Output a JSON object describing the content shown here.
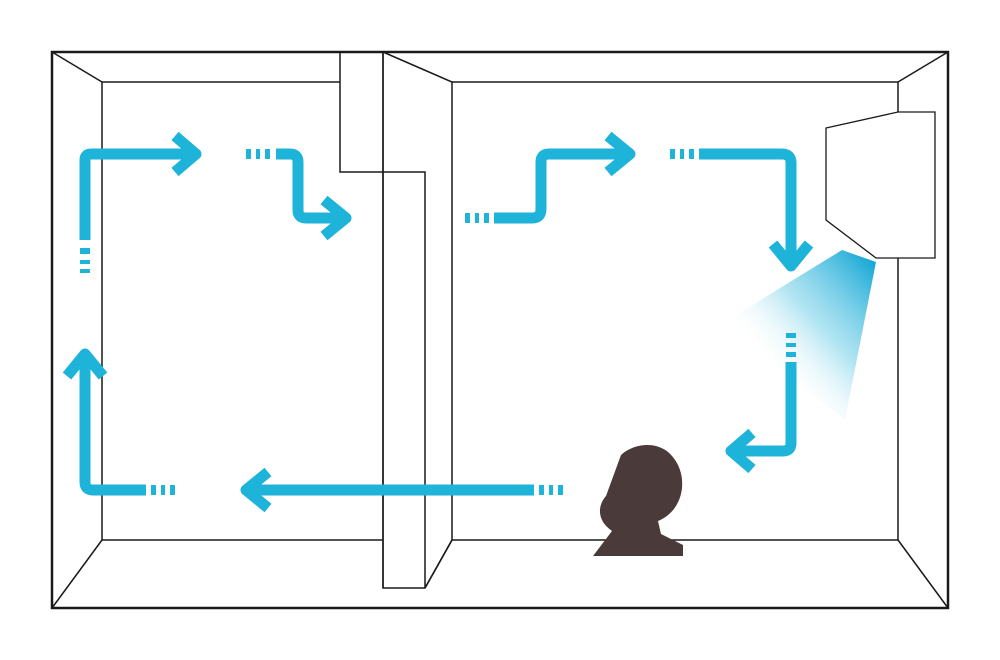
{
  "diagram": {
    "kind": "room airflow illustration",
    "colors": {
      "background": "#ffffff",
      "room_line": "#1a1a1a",
      "airflow": "#1eb3d8",
      "fan": "#4a3a3a",
      "cool_air_dark": "#1aa9d6",
      "cool_air_light": "#ffffff"
    },
    "elements": [
      {
        "id": "room-outline-left",
        "icon": "room-box"
      },
      {
        "id": "room-outline-right",
        "icon": "room-box"
      },
      {
        "id": "partition-wall",
        "icon": "wall"
      },
      {
        "id": "air-conditioner",
        "icon": "wall-mounted-ac-unit"
      },
      {
        "id": "cool-air-beam",
        "icon": "air-beam"
      },
      {
        "id": "circulator-fan",
        "icon": "circulator-fan"
      }
    ],
    "airflow_loop": [
      {
        "id": "ac-to-fan",
        "direction": "down-then-left"
      },
      {
        "id": "fan-to-left-room",
        "direction": "left"
      },
      {
        "id": "left-room-up",
        "direction": "up"
      },
      {
        "id": "left-room-top",
        "direction": "up-then-right"
      },
      {
        "id": "left-to-partition",
        "direction": "right-then-down-then-right"
      },
      {
        "id": "right-room-top",
        "direction": "right-then-up-then-right"
      },
      {
        "id": "top-to-ac",
        "direction": "right-then-down"
      }
    ]
  }
}
